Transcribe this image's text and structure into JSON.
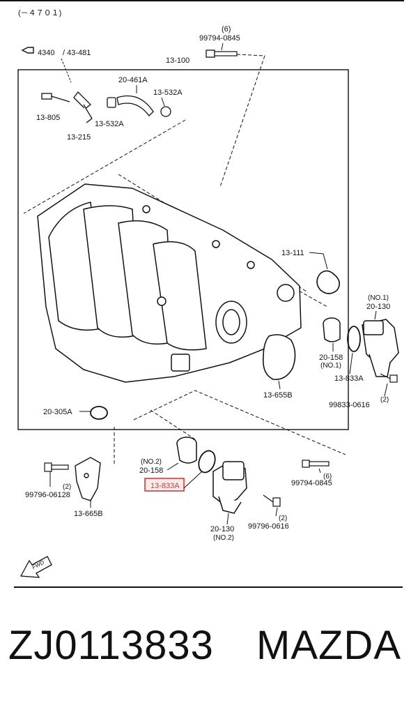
{
  "header": {
    "code": "(－４７０１)"
  },
  "ref": {
    "main": "4340",
    "sub": "/ 43-481"
  },
  "labels": {
    "qty_6_top": "(6)",
    "bolt_top": "99794-0845",
    "box": "13-100",
    "hose": "20-461A",
    "clamp_right": "13-532A",
    "fitting": "13-805",
    "clamp_left": "13-532A",
    "elbow": "13-215",
    "gasket_right": "13-111",
    "gasket_throttle": "13-655B",
    "oring_bottom": "20-305A",
    "no1": "(NO.1)",
    "tb_no1": "20-130",
    "spacer_no1": "20-158",
    "spacer_no1_sub": "(NO.1)",
    "oring_no1": "13-833A",
    "qty_2_no1": "(2)",
    "bolt_no1": "99833-0616",
    "no2": "(NO.2)",
    "spacer_no2": "20-158",
    "oring_no2": "13-833A",
    "bolt_left": "99796-06128",
    "qty_2_left": "(2)",
    "bracket": "13-665B",
    "tb_no2": "20-130",
    "tb_no2_sub": "(NO.2)",
    "qty_2_no2": "(2)",
    "bolt_no2": "99796-0616",
    "qty_6_right": "(6)",
    "bolt_right": "99794-0845",
    "fwd": "FWD"
  },
  "highlight": {
    "color": "#d23b3b"
  },
  "footer": {
    "part_number": "ZJ0113833",
    "brand": "MAZDA"
  }
}
